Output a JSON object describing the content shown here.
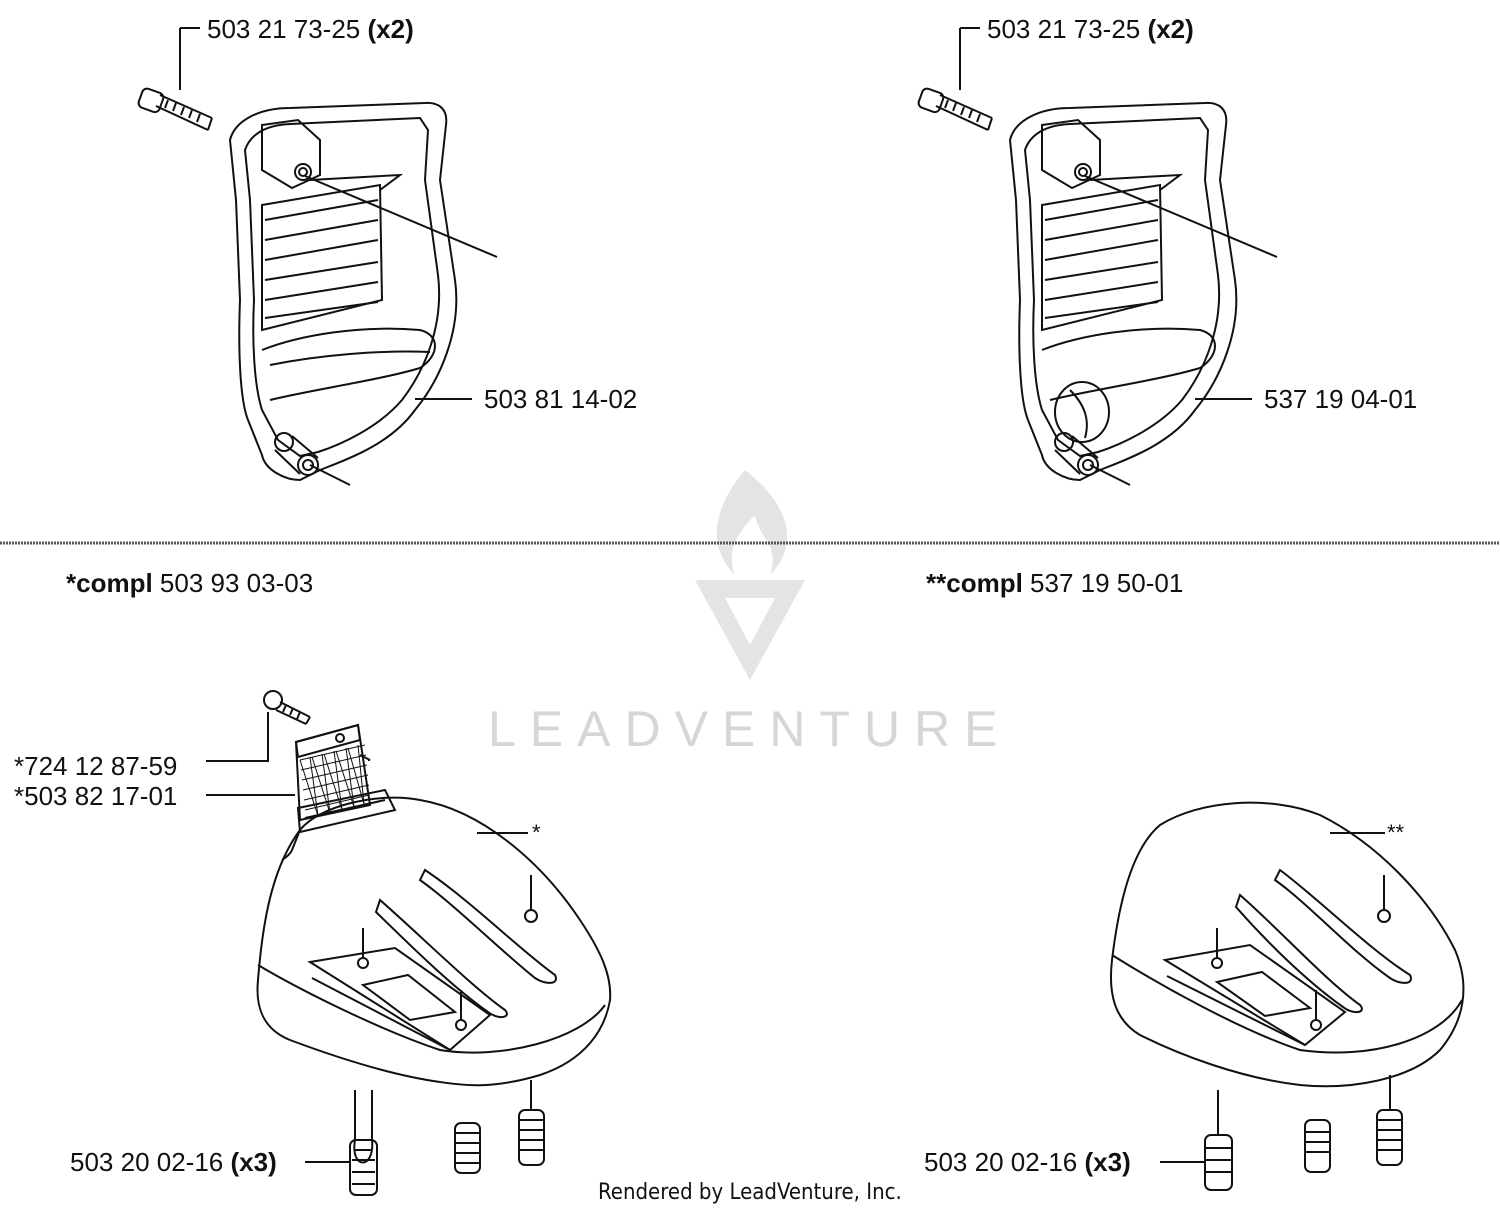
{
  "labels": {
    "screw_top_left": {
      "part": "503 21 73-25",
      "qty": "(x2)"
    },
    "cover_left": {
      "part": "503 81 14-02"
    },
    "screw_top_right": {
      "part": "503 21 73-25",
      "qty": "(x2)"
    },
    "cover_right": {
      "part": "537 19 04-01"
    },
    "compl_left": {
      "prefix": "*compl",
      "part": "503 93 03-03"
    },
    "compl_right": {
      "prefix": "**compl",
      "part": "537 19 50-01"
    },
    "screw_small": {
      "part": "*724 12 87-59"
    },
    "filter": {
      "part": "*503 82 17-01"
    },
    "star_left": "*",
    "star_right": "**",
    "screw_bottom_left": {
      "part": "503 20 02-16",
      "qty": "(x3)"
    },
    "screw_bottom_right": {
      "part": "503 20 02-16",
      "qty": "(x3)"
    }
  },
  "watermark": "LEADVENTURE",
  "footer": "Rendered by LeadVenture, Inc."
}
